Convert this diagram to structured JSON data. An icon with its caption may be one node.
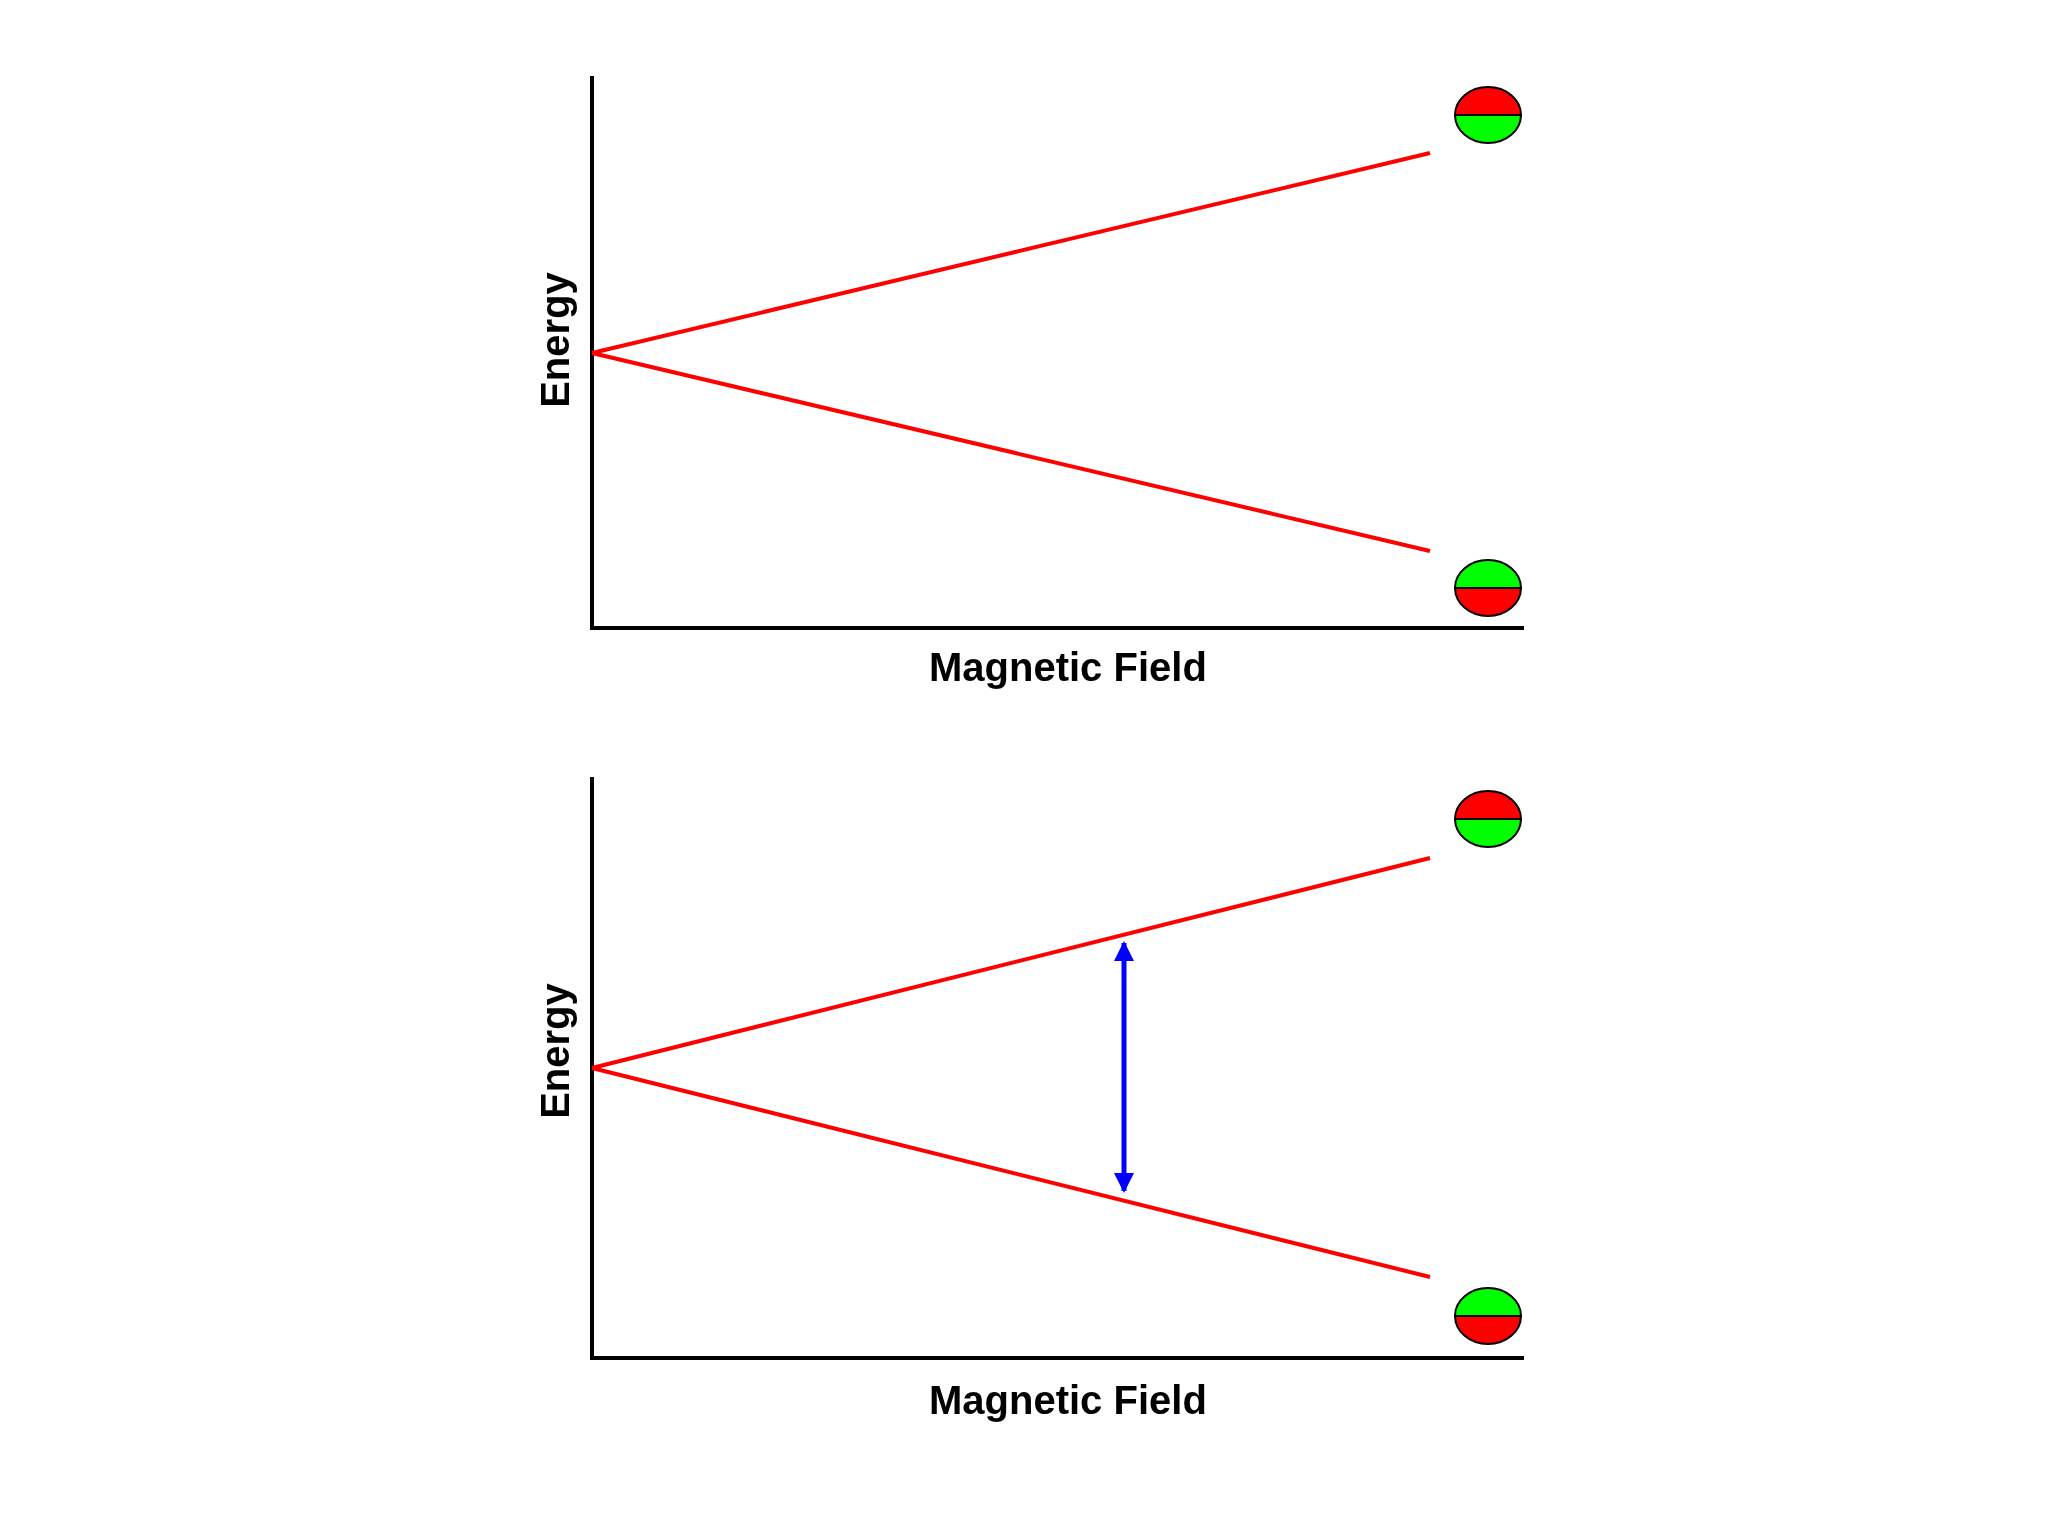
{
  "diagram": {
    "labels": [
      "Energy",
      "Magnetic Field",
      "Energy",
      "Magnetic Field"
    ]
  }
}
